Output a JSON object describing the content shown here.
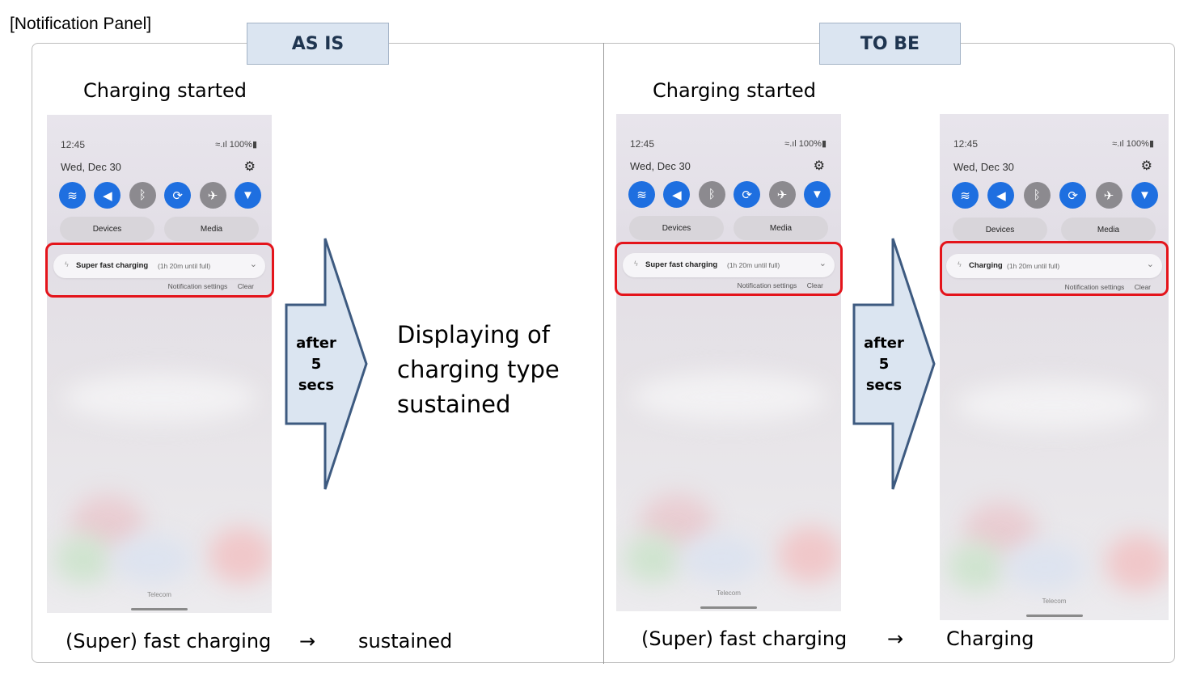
{
  "page_label": "[Notification Panel]",
  "panels": {
    "as_is": {
      "tab": "AS IS",
      "heading": "Charging started",
      "arrow_text": [
        "after",
        "5",
        "secs"
      ],
      "result_text": [
        "Displaying of",
        "charging type",
        "sustained"
      ],
      "caption_from": "(Super) fast charging",
      "caption_arrow": "→",
      "caption_to": "sustained"
    },
    "to_be": {
      "tab": "TO BE",
      "heading": "Charging started",
      "arrow_text": [
        "after",
        "5",
        "secs"
      ],
      "caption_from": "(Super) fast charging",
      "caption_arrow": "→",
      "caption_to": "Charging"
    }
  },
  "phones": {
    "as_is": {
      "time": "12:45",
      "status": "≈.ıl 100%▮",
      "date": "Wed, Dec 30",
      "devices": "Devices",
      "media": "Media",
      "notif_title": "Super fast charging",
      "notif_sub": "(1h 20m until full)",
      "notif_settings": "Notification settings",
      "notif_clear": "Clear",
      "carrier": "Telecom"
    },
    "to_be_1": {
      "time": "12:45",
      "status": "≈.ıl 100%▮",
      "date": "Wed, Dec 30",
      "devices": "Devices",
      "media": "Media",
      "notif_title": "Super fast charging",
      "notif_sub": "(1h 20m until full)",
      "notif_settings": "Notification settings",
      "notif_clear": "Clear",
      "carrier": "Telecom"
    },
    "to_be_2": {
      "time": "12:45",
      "status": "≈.ıl 100%▮",
      "date": "Wed, Dec 30",
      "devices": "Devices",
      "media": "Media",
      "notif_title": "Charging",
      "notif_sub": "(1h 20m until full)",
      "notif_settings": "Notification settings",
      "notif_clear": "Clear",
      "carrier": "Telecom"
    }
  },
  "quick_settings_icons": [
    "wifi-icon",
    "sound-icon",
    "bluetooth-icon",
    "auto-rotate-icon",
    "airplane-mode-icon",
    "flashlight-icon"
  ],
  "colors": {
    "tab_fill": "#dbe5f1",
    "arrow_fill": "#dbe5f1",
    "arrow_stroke": "#3d5a80",
    "highlight": "#e4141b",
    "qs_active": "#1e6fe0",
    "qs_inactive": "#8c8a8f"
  }
}
